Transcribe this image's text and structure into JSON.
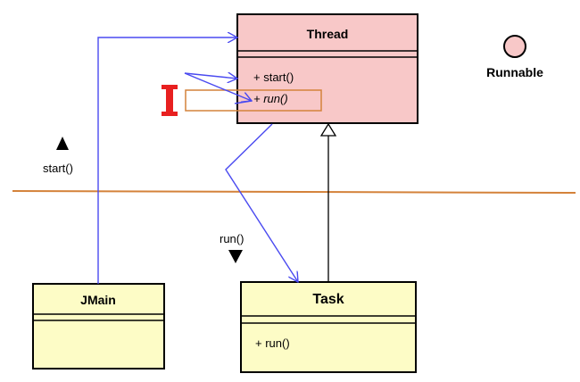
{
  "diagram": {
    "classes": {
      "thread": {
        "name": "Thread",
        "methods": [
          "+ start()",
          "+ run()"
        ],
        "italic_method": "+ run()"
      },
      "jmain": {
        "name": "JMain"
      },
      "task": {
        "name": "Task",
        "methods": [
          "+ run()"
        ]
      }
    },
    "interface": {
      "name": "Runnable"
    },
    "annotations": {
      "start_label": "start()",
      "run_label": "run()"
    },
    "colors": {
      "thread_fill": "#f8c8c8",
      "class_fill": "#fdfcc6",
      "interface_fill": "#f8c8c8",
      "flow_line": "#4a4af0",
      "separator": "#d4823a",
      "highlight_box": "#d4823a",
      "marker": "#e82020"
    }
  }
}
